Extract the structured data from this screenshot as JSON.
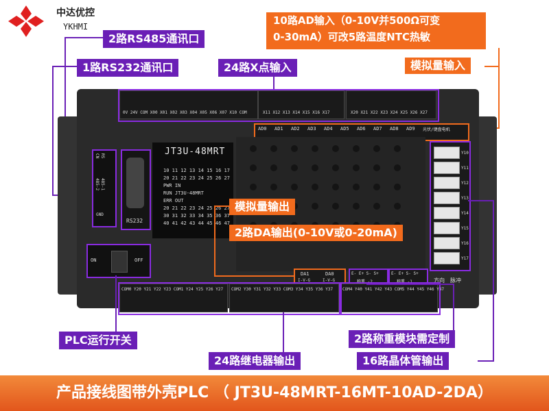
{
  "brand": {
    "name_cn": "中达优控",
    "name_en": "YKHMI"
  },
  "labels": {
    "rs485": "2路RS485通讯口",
    "rs232": "1路RS232通讯口",
    "xinput": "24路X点输入",
    "ad_input_line1": "10路AD输入（0-10V并500Ω可变",
    "ad_input_line2": "0-30mA）可改5路温度NTC热敏",
    "analog_input": "模拟量输入",
    "analog_output": "模拟量输出",
    "da_output": "2路DA输出(0-10V或0-20mA)",
    "plc_run_switch": "PLC运行开关",
    "relay_output": "24路继电器输出",
    "weighing": "2路称重模块需定制",
    "transistor": "16路晶体管输出"
  },
  "device": {
    "model": "JT3U-48MRT",
    "model_small": "JT3U-48MRT",
    "rs232_label": "RS232",
    "on": "ON",
    "off": "OFF",
    "comm_labels": [
      "GND",
      "485-1",
      "485-2",
      "RS",
      "CN"
    ],
    "top_terminals_left": "0V 24V  COM X00 X01 X02 X03 X04 X05 X06 X07 X10 COM",
    "top_terminals_mid": "X11 X12 X13 X14 X15 X16 X17",
    "top_terminals_right": "X20 X21 X22 X23 X24 X25 X26 X27",
    "ad_channels": [
      "AD0",
      "AD1",
      "AD2",
      "AD3",
      "AD4",
      "AD5",
      "AD6",
      "AD7",
      "AD8",
      "AD9"
    ],
    "ad_right_label": "光伏/键盘电机",
    "led_rows": [
      "10 11 12 13 14 15 16 17",
      "20 21 22 23 24 25 26 27",
      "PWR                  IN",
      "RUN     JT3U-48MRT",
      "ERR                 OUT",
      "20 21 22 23 24 25 26 27",
      "30 31 32 33 34 35 36 37",
      "40 41 42 43 44 45 46 47"
    ],
    "da_labels": [
      {
        "name": "DA1",
        "sub": "I-V-G"
      },
      {
        "name": "DA0",
        "sub": "I-V-G"
      }
    ],
    "weigh_labels": [
      {
        "terms": "E- E+ S- S+",
        "name": "称重 -2"
      },
      {
        "terms": "E- E+ S- S+",
        "name": "称重 -1"
      }
    ],
    "direction_label": "方向",
    "pulse_label": "脉冲",
    "right_ports": [
      "Y10",
      "Y11",
      "Y12",
      "Y13",
      "Y14",
      "Y15",
      "Y16",
      "Y17"
    ],
    "bottom_terminals_left": "COM0 Y20 Y21 Y22 Y23 COM1 Y24 Y25 Y26 Y27",
    "bottom_terminals_mid": "COM2 Y30 Y31 Y32 Y33 COM3 Y34 Y35 Y36 Y37",
    "bottom_terminals_right": "COM4 Y40 Y41 Y42 Y43 COM5 Y44 Y45 Y46 Y47"
  },
  "footer": {
    "text": "产品接线图带外壳PLC （ JT3U-48MRT-16MT-10AD-2DA）"
  },
  "colors": {
    "purple": "#6a1fb6",
    "orange": "#f26b1d"
  }
}
